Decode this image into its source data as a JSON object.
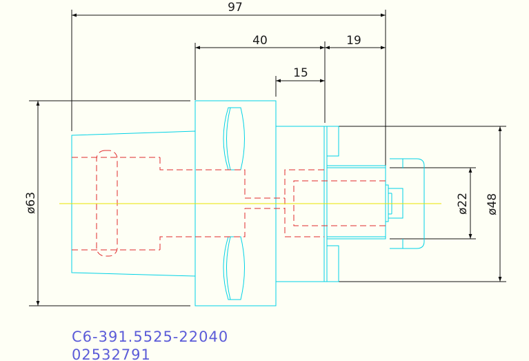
{
  "dimensions": {
    "overall_length": "97",
    "length_40": "40",
    "length_19": "19",
    "length_15": "15",
    "diameter_63": "ø63",
    "diameter_22": "ø22",
    "diameter_48": "ø48"
  },
  "part_code": "C6-391.5525-22040",
  "part_number": "02532791",
  "colors": {
    "background": "#fefff5",
    "outline": "#00d2e6",
    "hidden": "#e0282a",
    "centerline": "#e8e400",
    "dimension": "#111111",
    "text_blue": "#5b5bd8"
  }
}
